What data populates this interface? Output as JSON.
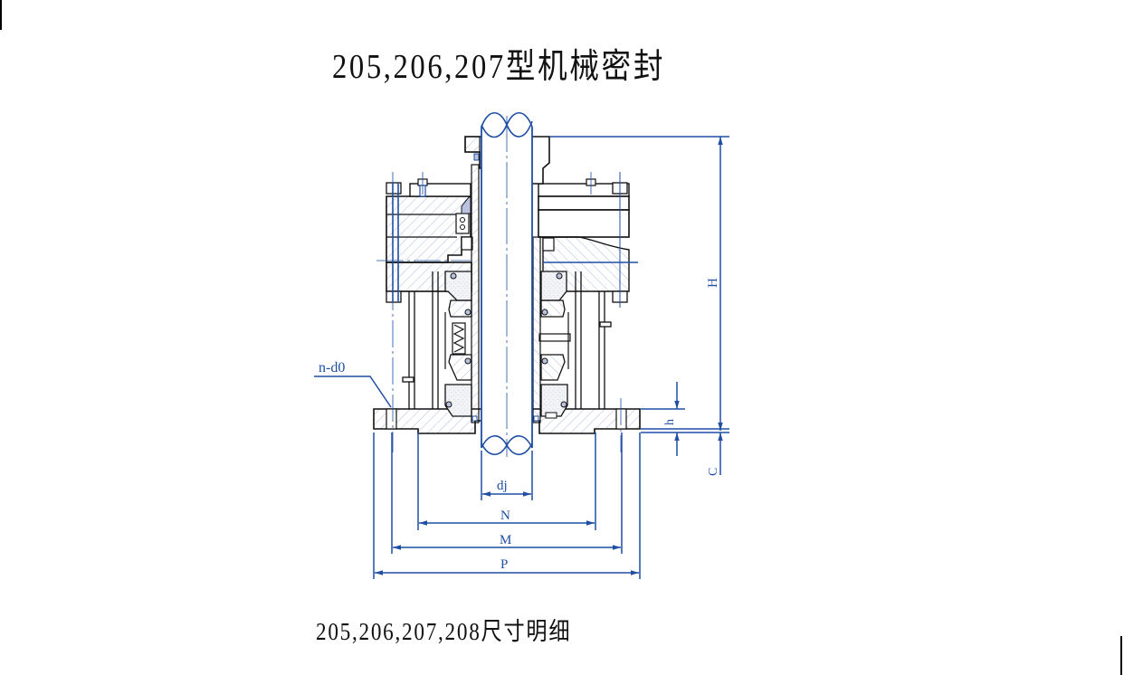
{
  "title": "205,206,207型机械密封",
  "subtitle": "205,206,207,208尺寸明细",
  "colors": {
    "outline": "#111111",
    "dimension": "#1f4ea3",
    "hatch": "#9aa8d6",
    "seal_face": "#e9ecf3"
  },
  "drawing": {
    "type": "mechanical-seal-cross-section",
    "labels": {
      "bolt_holes": "n-d0",
      "shaft_diameter": "dj",
      "dim_N": "N",
      "dim_M": "M",
      "dim_P": "P",
      "dim_H": "H",
      "dim_h": "h",
      "dim_C": "C"
    }
  }
}
